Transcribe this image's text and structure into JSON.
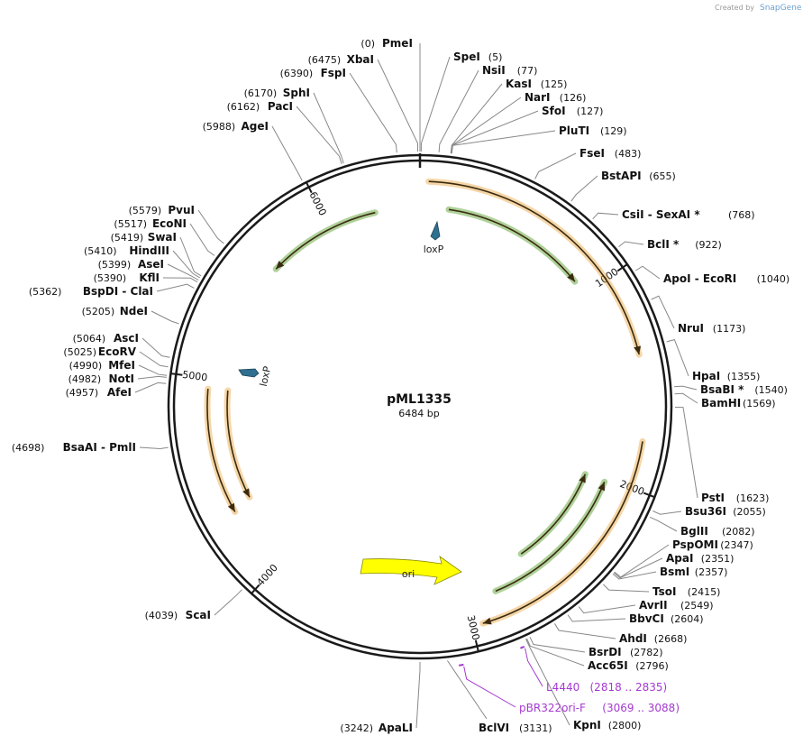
{
  "credit": {
    "prefix": "Created by",
    "brand": "SnapGene"
  },
  "plasmid": {
    "name": "pML1335",
    "length_label": "6484 bp",
    "length": 6484
  },
  "ticks": [
    {
      "pos": 1000,
      "label": "1000"
    },
    {
      "pos": 2000,
      "label": "2000"
    },
    {
      "pos": 3000,
      "label": "3000"
    },
    {
      "pos": 4000,
      "label": "4000"
    },
    {
      "pos": 5000,
      "label": "5000"
    },
    {
      "pos": 6000,
      "label": "6000"
    }
  ],
  "sites_right": [
    {
      "name": "PmeI",
      "pos": "(0)",
      "bp": 0
    },
    {
      "name": "SpeI",
      "pos": "(5)",
      "bp": 5
    },
    {
      "name": "NsiI",
      "pos": "(77)",
      "bp": 77
    },
    {
      "name": "KasI",
      "pos": "(125)",
      "bp": 125
    },
    {
      "name": "NarI",
      "pos": "(126)",
      "bp": 126
    },
    {
      "name": "SfoI",
      "pos": "(127)",
      "bp": 127
    },
    {
      "name": "PluTI",
      "pos": "(129)",
      "bp": 129
    },
    {
      "name": "FseI",
      "pos": "(483)",
      "bp": 483
    },
    {
      "name": "BstAPI",
      "pos": "(655)",
      "bp": 655
    },
    {
      "name": "CsiI  - SexAI *",
      "pos": "(768)",
      "bp": 768
    },
    {
      "name": "BclI *",
      "pos": "(922)",
      "bp": 922
    },
    {
      "name": "ApoI  - EcoRI",
      "pos": "(1040)",
      "bp": 1040
    },
    {
      "name": "NruI",
      "pos": "(1173)",
      "bp": 1173
    },
    {
      "name": "HpaI",
      "pos": "(1355)",
      "bp": 1355
    },
    {
      "name": "BsaBI *",
      "pos": "(1540)",
      "bp": 1540
    },
    {
      "name": "BamHI",
      "pos": "(1569)",
      "bp": 1569
    },
    {
      "name": "PstI",
      "pos": "(1623)",
      "bp": 1623
    },
    {
      "name": "Bsu36I",
      "pos": "(2055)",
      "bp": 2055
    },
    {
      "name": "BglII",
      "pos": "(2082)",
      "bp": 2082
    },
    {
      "name": "PspOMI",
      "pos": "(2347)",
      "bp": 2347
    },
    {
      "name": "ApaI",
      "pos": "(2351)",
      "bp": 2351
    },
    {
      "name": "BsmI",
      "pos": "(2357)",
      "bp": 2357
    },
    {
      "name": "TsoI",
      "pos": "(2415)",
      "bp": 2415
    },
    {
      "name": "AvrII",
      "pos": "(2549)",
      "bp": 2549
    },
    {
      "name": "BbvCI",
      "pos": "(2604)",
      "bp": 2604
    },
    {
      "name": "AhdI",
      "pos": "(2668)",
      "bp": 2668
    },
    {
      "name": "BsrDI",
      "pos": "(2782)",
      "bp": 2782
    },
    {
      "name": "Acc65I",
      "pos": "(2796)",
      "bp": 2796
    },
    {
      "name": "KpnI",
      "pos": "(2800)",
      "bp": 2800
    },
    {
      "name": "BclVI",
      "pos": "(3131)",
      "bp": 3131
    }
  ],
  "sites_left": [
    {
      "name": "XbaI",
      "pos": "(6475)",
      "bp": 6475
    },
    {
      "name": "FspI",
      "pos": "(6390)",
      "bp": 6390
    },
    {
      "name": "SphI",
      "pos": "(6170)",
      "bp": 6170
    },
    {
      "name": "PacI",
      "pos": "(6162)",
      "bp": 6162
    },
    {
      "name": "AgeI",
      "pos": "(5988)",
      "bp": 5988
    },
    {
      "name": "PvuI",
      "pos": "(5579)",
      "bp": 5579
    },
    {
      "name": "EcoNI",
      "pos": "(5517)",
      "bp": 5517
    },
    {
      "name": "SwaI",
      "pos": "(5419)",
      "bp": 5419
    },
    {
      "name": "HindIII",
      "pos": "(5410)",
      "bp": 5410
    },
    {
      "name": "AseI",
      "pos": "(5399)",
      "bp": 5399
    },
    {
      "name": "KflI",
      "pos": "(5390)",
      "bp": 5390
    },
    {
      "name": "BspDI  - ClaI",
      "pos": "(5362)",
      "bp": 5362
    },
    {
      "name": "NdeI",
      "pos": "(5205)",
      "bp": 5205
    },
    {
      "name": "AscI",
      "pos": "(5064)",
      "bp": 5064
    },
    {
      "name": "EcoRV",
      "pos": "(5025)",
      "bp": 5025
    },
    {
      "name": "MfeI",
      "pos": "(4990)",
      "bp": 4990
    },
    {
      "name": "NotI",
      "pos": "(4982)",
      "bp": 4982
    },
    {
      "name": "AfeI",
      "pos": "(4957)",
      "bp": 4957
    },
    {
      "name": "BsaAI  - PmlI",
      "pos": "(4698)",
      "bp": 4698
    },
    {
      "name": "ScaI",
      "pos": "(4039)",
      "bp": 4039
    },
    {
      "name": "ApaLI",
      "pos": "(3242)",
      "bp": 3242
    }
  ],
  "primers": [
    {
      "name": "L4440",
      "range": "(2818 .. 2835)",
      "start": 2818,
      "end": 2835
    },
    {
      "name": "pBR322ori-F",
      "range": "(3069 .. 3088)",
      "start": 3069,
      "end": 3088
    }
  ],
  "features": {
    "ori": {
      "label": "ori",
      "color": "#ffff00"
    },
    "loxp1": {
      "label": "loxP",
      "color": "#2f6f8f"
    },
    "loxp2": {
      "label": "loxP",
      "color": "#2f6f8f"
    }
  },
  "colors": {
    "backbone": "#1a1a1a",
    "orange_arc": "#e8a33c",
    "green_arc": "#4d9a1e",
    "primer": "#a43ad0"
  }
}
